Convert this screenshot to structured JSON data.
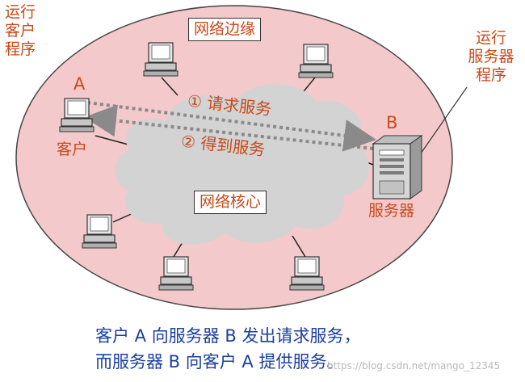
{
  "labels": {
    "edge": "网络边缘",
    "core": "网络核心",
    "client_run": [
      "运行",
      "客户",
      "程序"
    ],
    "client_letter": "A",
    "client_name": "客户",
    "server_run": [
      "运行",
      "服务器",
      "程序"
    ],
    "server_letter": "B",
    "server_name": "服务器",
    "request": "① 请求服务",
    "response": "② 得到服务"
  },
  "caption": [
    "客户 A 向服务器 B 发出请求服务，",
    "而服务器 B 向客户 A 提供服务。"
  ],
  "watermark": "https://blog.csdn.net/mango_12345",
  "colors": {
    "edge_fill": "#f4c9cc",
    "core_fill": "#d3d3d3",
    "label_text": "#c84a1a",
    "arrow": "#8a8a8a",
    "caption_text": "#1a3fa0"
  }
}
